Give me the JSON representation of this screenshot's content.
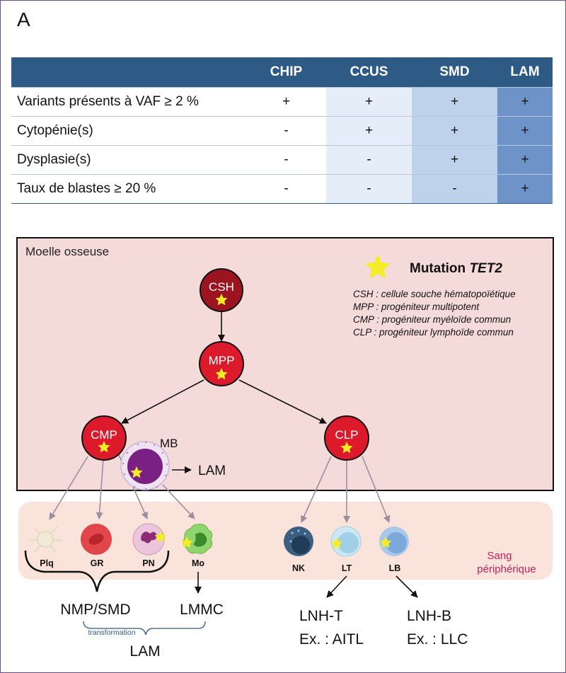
{
  "panel_label": "A",
  "table": {
    "headers": [
      "",
      "CHIP",
      "CCUS",
      "SMD",
      "LAM"
    ],
    "rows": [
      {
        "label": "Variants présents à VAF ≥ 2 %",
        "values": [
          "+",
          "+",
          "+",
          "+"
        ]
      },
      {
        "label": "Cytopénie(s)",
        "values": [
          "-",
          "+",
          "+",
          "+"
        ]
      },
      {
        "label": "Dysplasie(s)",
        "values": [
          "-",
          "-",
          "+",
          "+"
        ]
      },
      {
        "label": "Taux de blastes ≥ 20 %",
        "values": [
          "-",
          "-",
          "-",
          "+"
        ]
      }
    ]
  },
  "diagram": {
    "marrow_label": "Moelle osseuse",
    "legend": {
      "mutation_prefix": "Mutation ",
      "mutation_gene": "TET2",
      "definitions": [
        "CSH : cellule souche hématopoïétique",
        "MPP : progéniteur multipotent",
        "CMP : progéniteur myéloïde commun",
        "CLP : progéniteur lymphoïde commun"
      ]
    },
    "nodes": {
      "csh": "CSH",
      "mpp": "MPP",
      "cmp": "CMP",
      "clp": "CLP",
      "mb": "MB"
    },
    "mb_arrow_target": "LAM",
    "blood_label_line1": "Sang",
    "blood_label_line2": "périphérique",
    "cells": {
      "plq": "Plq",
      "gr": "GR",
      "pn": "PN",
      "mo": "Mo",
      "nk": "NK",
      "lt": "LT",
      "lb": "LB"
    },
    "outcomes": {
      "nmp_smd": "NMP/SMD",
      "lmmc": "LMMC",
      "transformation": "transformation",
      "lam": "LAM",
      "lnh_t": "LNH-T",
      "lnh_t_example": "Ex. : AITL",
      "lnh_b": "LNH-B",
      "lnh_b_example": "Ex. : LLC"
    },
    "colors": {
      "marrow_bg": "#f5dada",
      "blood_bg": "#f9e3da",
      "progenitor_red": "#dc1a2b",
      "stem_dark_red": "#9c1420",
      "star_yellow": "#f4ec26",
      "blast_purple": "#7a1f84",
      "arrow_grey": "#9e8ca0",
      "blood_label": "#c8205a",
      "table_header": "#2e5a86"
    }
  }
}
